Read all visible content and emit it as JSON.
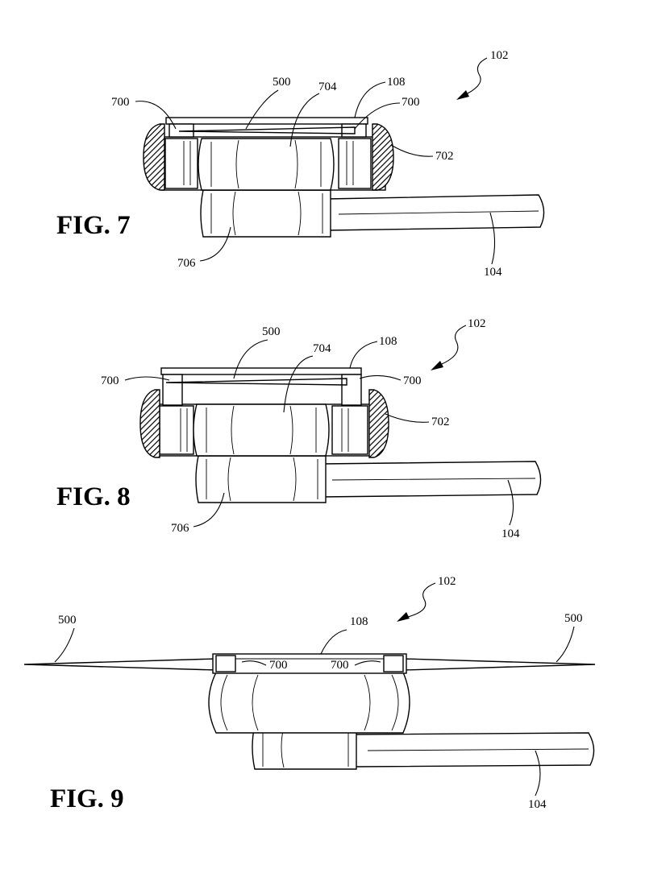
{
  "figures": [
    {
      "label": "FIG.  7",
      "refs": {
        "r102": "102",
        "r500": "500",
        "r704": "704",
        "r108": "108",
        "r700a": "700",
        "r700b": "700",
        "r702": "702",
        "r706": "706",
        "r104": "104"
      }
    },
    {
      "label": "FIG.  8",
      "refs": {
        "r102": "102",
        "r500": "500",
        "r704": "704",
        "r108": "108",
        "r700a": "700",
        "r700b": "700",
        "r702": "702",
        "r706": "706",
        "r104": "104"
      }
    },
    {
      "label": "FIG.  9",
      "refs": {
        "r102": "102",
        "r500a": "500",
        "r500b": "500",
        "r108": "108",
        "r700a": "700",
        "r700b": "700",
        "r104": "104"
      }
    }
  ]
}
